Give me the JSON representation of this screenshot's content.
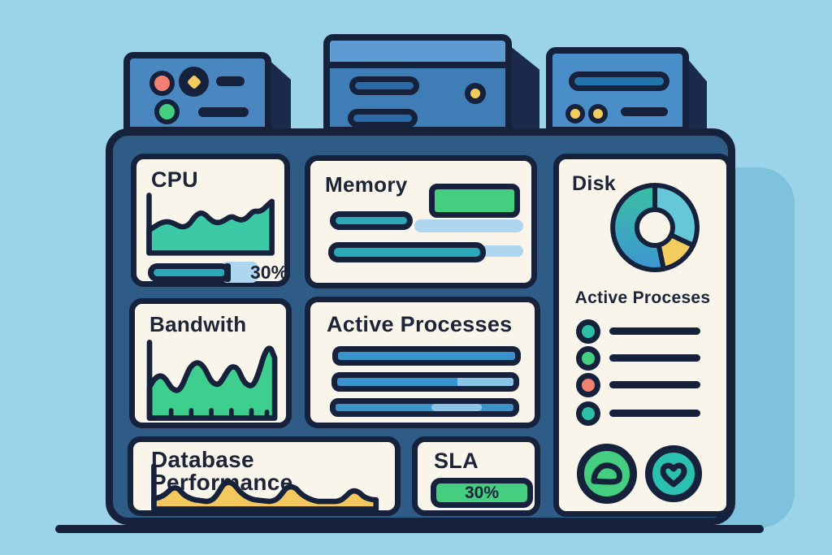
{
  "scene": {
    "colors": {
      "background": "#9bd4e9",
      "outline": "#16213c",
      "dashboard_fill": "#2f5c86",
      "panel_fill": "#f9f5eb",
      "shadow_card": "#7fc2dd",
      "smudge_blue": "#aed6ee"
    }
  },
  "servers": {
    "left": {
      "body": "#4a87c0",
      "light_red": "#f28172",
      "light_green": "#44ce7f",
      "diamond_yellow": "#f2cd5e"
    },
    "middle": {
      "body": "#3f7db6",
      "top_band": "#5d9bd2",
      "slot_fill": "#2a6aa8",
      "light_yellow": "#f2cd5e"
    },
    "right": {
      "body": "#4a8fca",
      "slot_fill": "#2373ad",
      "light_yellow1": "#f2cd5e",
      "light_yellow2": "#f2cd5e"
    }
  },
  "panels": {
    "cpu": {
      "title": "CPU",
      "progress_value": "30%",
      "chart_color": "#3cc9a6",
      "bar_color": "#2aa7b8"
    },
    "memory": {
      "title": "Memory",
      "block_color": "#44ce7f",
      "bar_color": "#2aa7b8"
    },
    "disk": {
      "title": "Disk",
      "segments": {
        "cyan": "#64c8da",
        "yellow": "#f2cd5e",
        "blue": "#3e96d3",
        "green": "#3abfa2"
      }
    },
    "bandwidth": {
      "title": "Bandwith",
      "chart_color": "#3ecf8e"
    },
    "active_processes": {
      "title": "Active Processes",
      "bar_color": "#3b93cb",
      "bar_light": "#8ac4e6"
    },
    "process_list": {
      "title": "Active Proceses",
      "items": [
        {
          "dot": "#2cc0a4"
        },
        {
          "dot": "#44ce7f"
        },
        {
          "dot": "#f28172"
        },
        {
          "dot": "#2cc0a4"
        }
      ],
      "badges": [
        {
          "icon": "blob-icon",
          "color": "#44ce7f"
        },
        {
          "icon": "heart-icon",
          "color": "#2cc0b0"
        }
      ]
    },
    "database": {
      "title": "Database Performance",
      "chart_color": "#f3c95f"
    },
    "sla": {
      "title": "SLA",
      "value": "30%",
      "bar_color": "#44ce7f"
    }
  },
  "chart_data": [
    {
      "type": "area",
      "title": "CPU",
      "x": [
        0,
        1,
        2,
        3,
        4,
        5,
        6,
        7,
        8
      ],
      "values": [
        40,
        52,
        45,
        62,
        55,
        58,
        56,
        68,
        75
      ],
      "note": "stylized usage curve, progress 30%"
    },
    {
      "type": "area",
      "title": "Bandwith",
      "x": [
        0,
        1,
        2,
        3,
        4,
        5,
        6,
        7,
        8
      ],
      "values": [
        45,
        38,
        62,
        55,
        48,
        58,
        46,
        50,
        88
      ],
      "note": "stylized traffic curve with axis ticks"
    },
    {
      "type": "pie",
      "title": "Disk",
      "values": [
        32,
        15,
        24,
        29
      ],
      "labels": [
        "cyan",
        "yellow",
        "blue",
        "green"
      ],
      "note": "donut usage chart"
    },
    {
      "type": "area",
      "title": "Database Performance",
      "x": [
        0,
        1,
        2,
        3,
        4,
        5,
        6
      ],
      "values": [
        25,
        40,
        20,
        38,
        18,
        32,
        20
      ],
      "note": "yellow wave band"
    }
  ]
}
